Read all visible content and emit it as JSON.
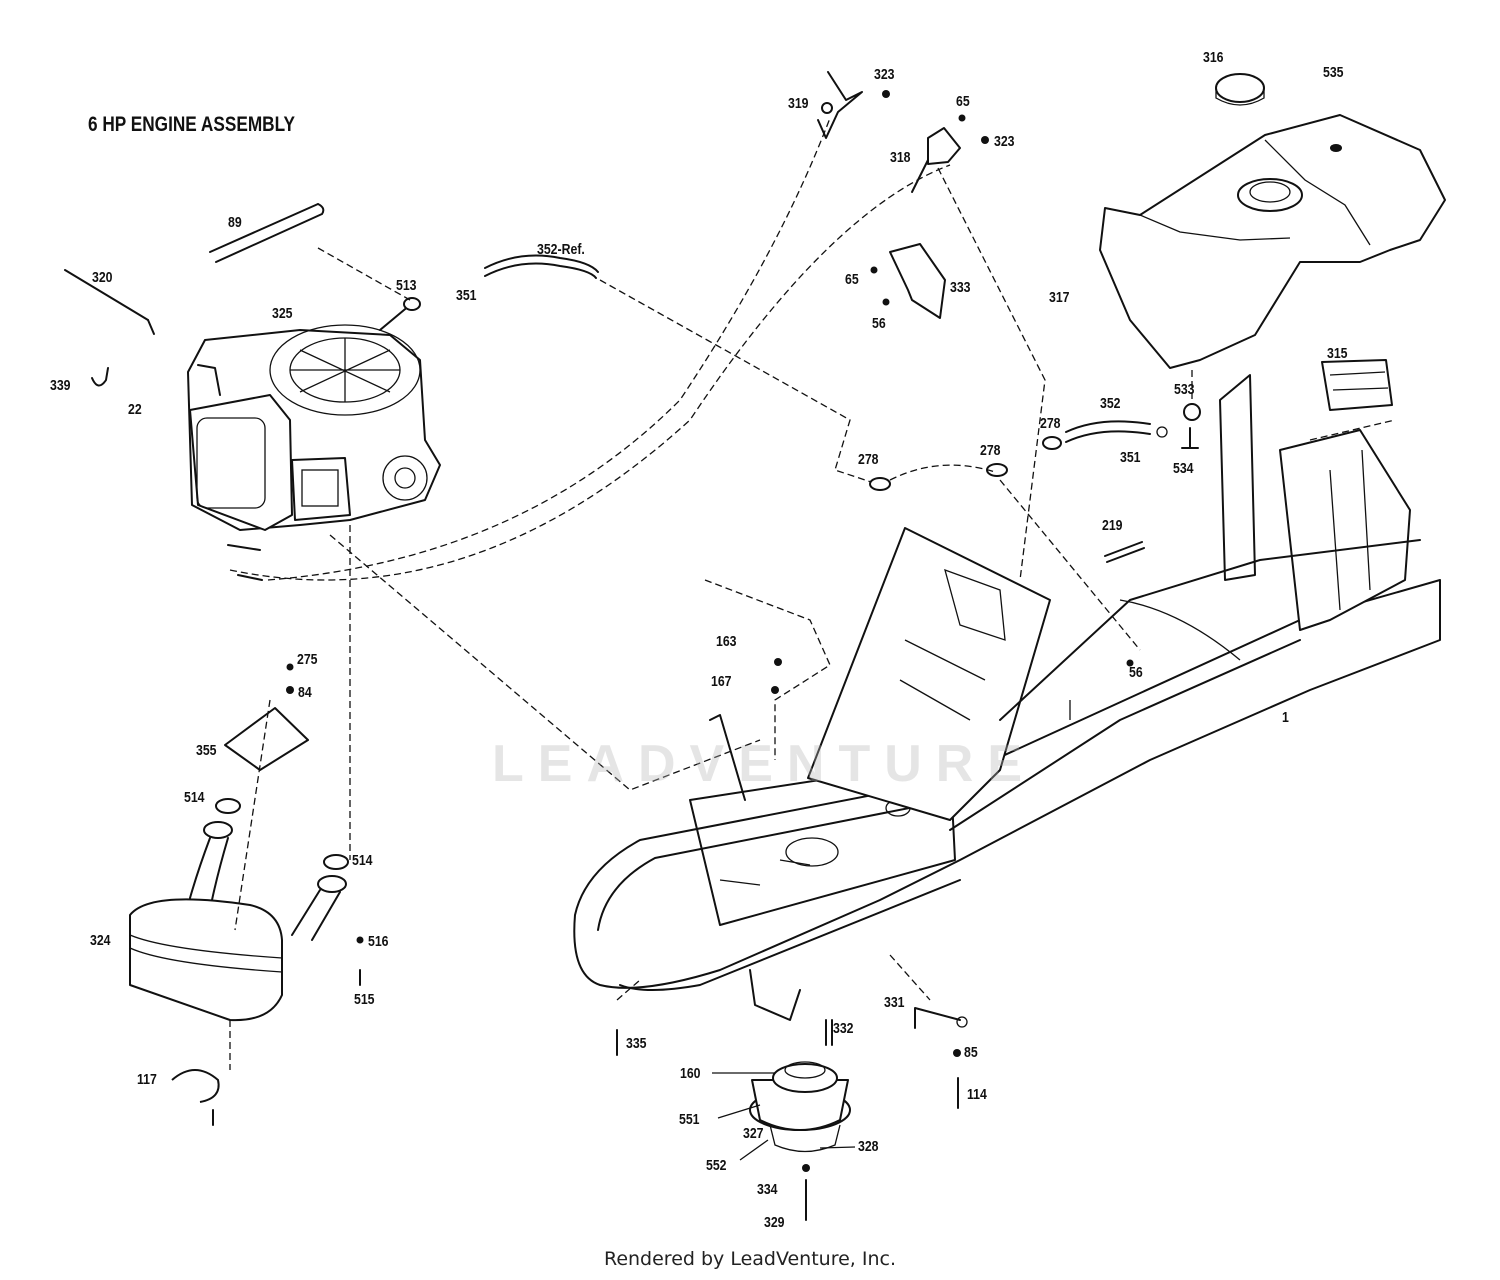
{
  "title": "6 HP ENGINE ASSEMBLY",
  "footer": "Rendered by LeadVenture, Inc.",
  "watermark": "LEADVENTURE",
  "labels": [
    {
      "id": "89",
      "text": "89"
    },
    {
      "id": "320",
      "text": "320"
    },
    {
      "id": "513",
      "text": "513"
    },
    {
      "id": "351a",
      "text": "351"
    },
    {
      "id": "352ref",
      "text": "352-Ref."
    },
    {
      "id": "325",
      "text": "325"
    },
    {
      "id": "339",
      "text": "339"
    },
    {
      "id": "22",
      "text": "22"
    },
    {
      "id": "319",
      "text": "319"
    },
    {
      "id": "323a",
      "text": "323"
    },
    {
      "id": "65a",
      "text": "65"
    },
    {
      "id": "323b",
      "text": "323"
    },
    {
      "id": "318",
      "text": "318"
    },
    {
      "id": "65b",
      "text": "65"
    },
    {
      "id": "333",
      "text": "333"
    },
    {
      "id": "56a",
      "text": "56"
    },
    {
      "id": "316",
      "text": "316"
    },
    {
      "id": "535",
      "text": "535"
    },
    {
      "id": "317",
      "text": "317"
    },
    {
      "id": "315",
      "text": "315"
    },
    {
      "id": "533",
      "text": "533"
    },
    {
      "id": "352",
      "text": "352"
    },
    {
      "id": "278a",
      "text": "278"
    },
    {
      "id": "278b",
      "text": "278"
    },
    {
      "id": "278c",
      "text": "278"
    },
    {
      "id": "351b",
      "text": "351"
    },
    {
      "id": "534",
      "text": "534"
    },
    {
      "id": "219",
      "text": "219"
    },
    {
      "id": "163",
      "text": "163"
    },
    {
      "id": "167",
      "text": "167"
    },
    {
      "id": "56b",
      "text": "56"
    },
    {
      "id": "1",
      "text": "1"
    },
    {
      "id": "275",
      "text": "275"
    },
    {
      "id": "84",
      "text": "84"
    },
    {
      "id": "355",
      "text": "355"
    },
    {
      "id": "514a",
      "text": "514"
    },
    {
      "id": "514b",
      "text": "514"
    },
    {
      "id": "324",
      "text": "324"
    },
    {
      "id": "516",
      "text": "516"
    },
    {
      "id": "515",
      "text": "515"
    },
    {
      "id": "117",
      "text": "117"
    },
    {
      "id": "335",
      "text": "335"
    },
    {
      "id": "331",
      "text": "331"
    },
    {
      "id": "332",
      "text": "332"
    },
    {
      "id": "85",
      "text": "85"
    },
    {
      "id": "160",
      "text": "160"
    },
    {
      "id": "114",
      "text": "114"
    },
    {
      "id": "551",
      "text": "551"
    },
    {
      "id": "327",
      "text": "327"
    },
    {
      "id": "328",
      "text": "328"
    },
    {
      "id": "552",
      "text": "552"
    },
    {
      "id": "334",
      "text": "334"
    },
    {
      "id": "329",
      "text": "329"
    }
  ]
}
